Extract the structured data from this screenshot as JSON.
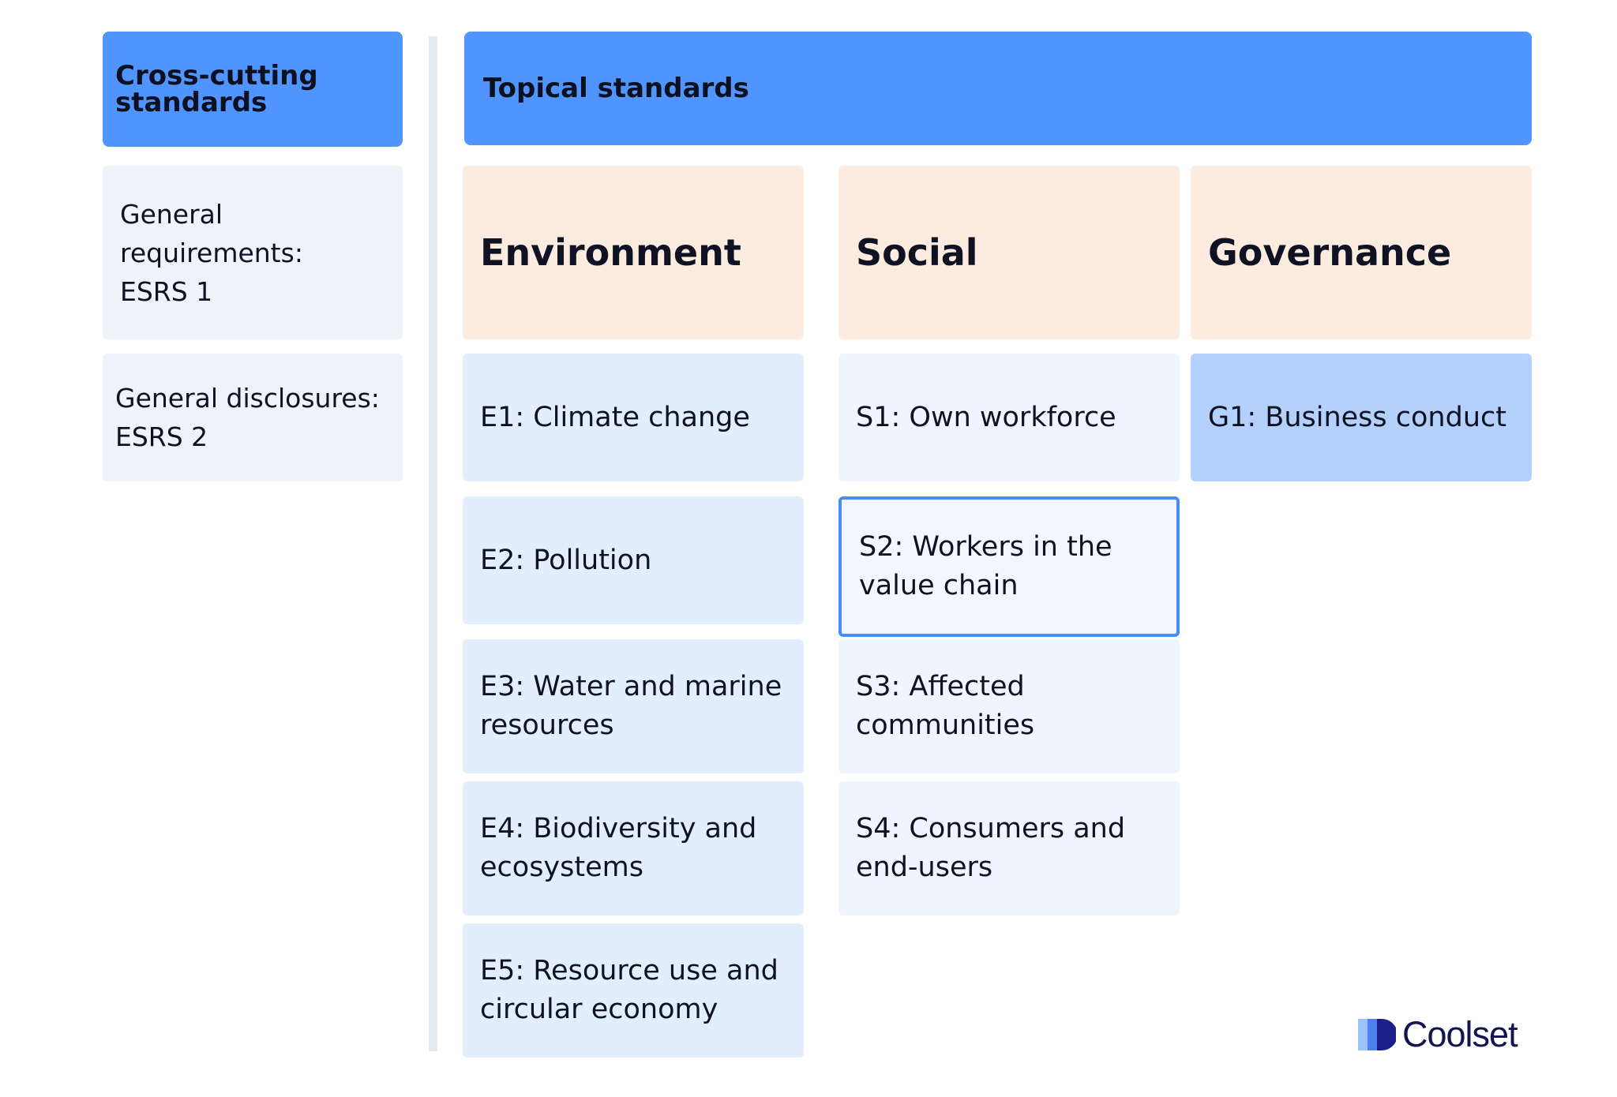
{
  "cross_cutting": {
    "header": "Cross-cutting standards",
    "items": [
      "General requirements: ESRS 1",
      "General disclosures: ESRS 2"
    ]
  },
  "topical": {
    "header": "Topical standards",
    "categories": [
      "Environment",
      "Social",
      "Governance"
    ],
    "environment": [
      "E1: Climate change",
      "E2: Pollution",
      "E3: Water and marine resources",
      "E4: Biodiversity and ecosystems",
      "E5: Resource use and circular economy"
    ],
    "social": [
      "S1: Own workforce",
      "S2: Workers in the value chain",
      "S3: Affected communities",
      "S4: Consumers and end-users"
    ],
    "governance": [
      "G1: Business conduct"
    ]
  },
  "brand": {
    "name": "Coolset"
  },
  "colors": {
    "header_blue": "#4f95fd",
    "category_peach": "#fcecdf",
    "environment_tile": "#e3eefd",
    "social_tile": "#eff5fe",
    "governance_tile": "#b3d1fc",
    "cross_tile": "#eff2f9",
    "highlight_border": "#4a8cf2"
  }
}
